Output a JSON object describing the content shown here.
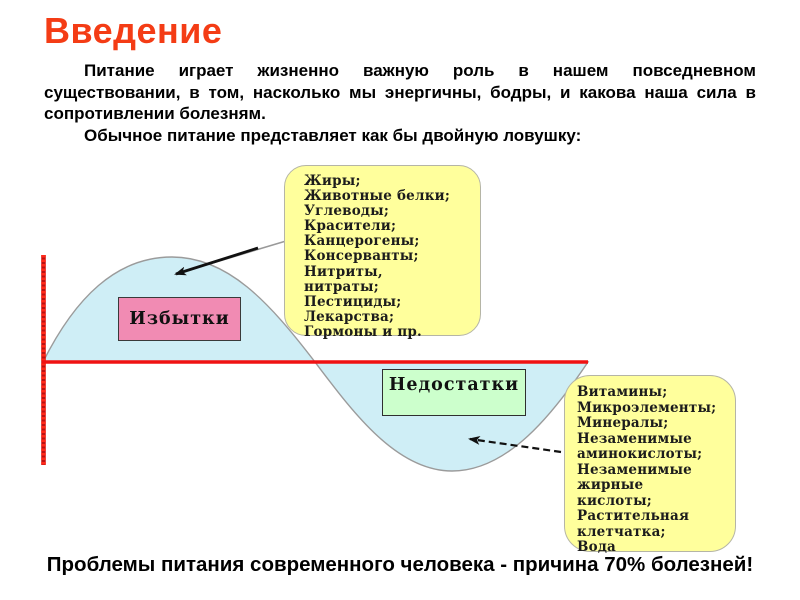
{
  "slide": {
    "title": "Введение",
    "intro_paragraph": "Питание играет жизненно важную роль в нашем повседневном существовании, в том, насколько мы энергичны, бодры, и какова наша сила в сопротивлении болезням.",
    "lead_in": "Обычное питание представляет как бы двойную ловушку:",
    "conclusion": "Проблемы питания современного человека - причина 70% болезней!"
  },
  "diagram": {
    "excess_box_label": "Избытки",
    "deficiency_box_label": "Недостатки",
    "excess_list_lines": [
      "Жиры;",
      "Животные белки;",
      "Углеводы;",
      "Красители;",
      "Канцерогены;",
      "Консерванты;",
      "Нитриты,",
      "нитраты;",
      "Пестициды;",
      "Лекарства;",
      "Гормоны и пр."
    ],
    "deficiency_list_lines": [
      "Витамины;",
      "Микроэлементы;",
      "Минералы;",
      "Незаменимые",
      "аминокислоты;",
      "Незаменимые",
      "жирные",
      "кислоты;",
      "Растительная",
      "клетчатка;",
      "Вода"
    ],
    "colors": {
      "title": "#f43c15",
      "axis_red": "#f01212",
      "axis_red_dark": "#c01010",
      "wave_fill": "#cfeef6",
      "wave_stroke": "#9b9b9b",
      "callout_fill": "#ffff9c",
      "excess_fill": "#f18bb3",
      "deficiency_fill": "#ccffcc",
      "arrow_black": "#111111",
      "connector_gray": "#999999"
    }
  }
}
